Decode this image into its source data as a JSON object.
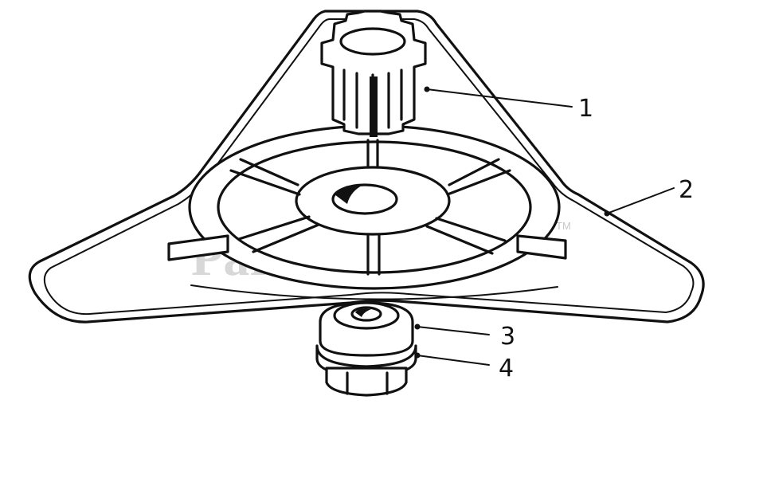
{
  "watermark": "PartsTree",
  "trademark": "TM",
  "callouts": [
    {
      "number": "1",
      "part": "hub"
    },
    {
      "number": "2",
      "part": "blade"
    },
    {
      "number": "3",
      "part": "washer"
    },
    {
      "number": "4",
      "part": "nut"
    }
  ],
  "colors": {
    "ink": "#111111",
    "watermark": "#d8d8d8",
    "background": "#ffffff"
  }
}
